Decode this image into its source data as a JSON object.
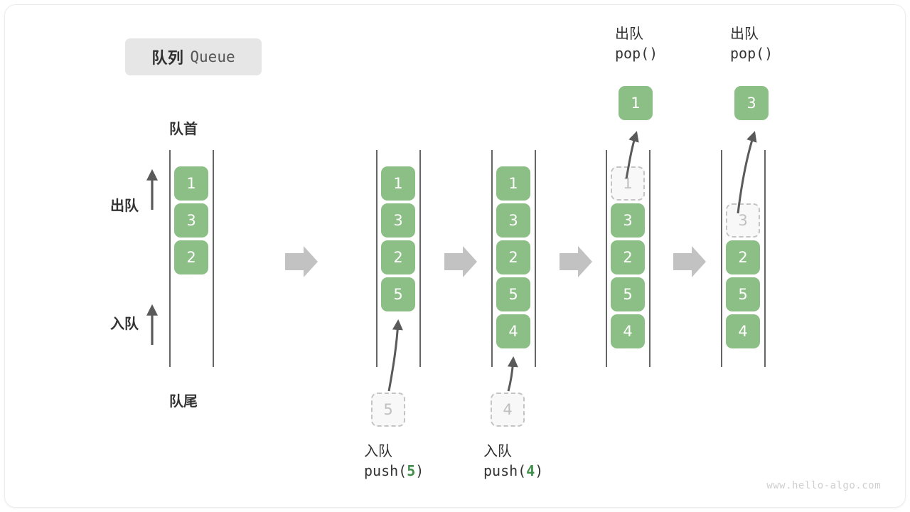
{
  "figure": {
    "title_cn": "队列",
    "title_en": "Queue",
    "watermark": "www.hello-algo.com",
    "colors": {
      "cell_fill": "#8cbf85",
      "cell_text": "#ffffff",
      "ghost_fill": "#f8f8f8",
      "ghost_border": "#c4c4c4",
      "ghost_text": "#bfbfbf",
      "rail": "#4a4a4a",
      "arrow_gray": "#5a5a5a",
      "block_arrow": "#c2c2c2",
      "badge_bg": "#e6e6e6",
      "code_number": "#3f8f4a",
      "text": "#333333"
    }
  },
  "labels": {
    "head": "队首",
    "tail": "队尾",
    "dequeue_arrow": "出队",
    "enqueue_arrow": "入队"
  },
  "steps": [
    {
      "id": "initial",
      "cells": [
        "1",
        "3",
        "2"
      ],
      "ghosts": [],
      "caption_cn": "",
      "caption_code": ""
    },
    {
      "id": "push-5",
      "cells": [
        "1",
        "3",
        "2",
        "5"
      ],
      "ghosts": [],
      "caption_cn": "入队",
      "caption_code": "push(5)",
      "caption_code_prefix": "push(",
      "caption_code_number": "5",
      "caption_code_suffix": ")",
      "floating_value": "5"
    },
    {
      "id": "push-4",
      "cells": [
        "1",
        "3",
        "2",
        "5",
        "4"
      ],
      "ghosts": [],
      "caption_cn": "入队",
      "caption_code": "push(4)",
      "caption_code_prefix": "push(",
      "caption_code_number": "4",
      "caption_code_suffix": ")",
      "floating_value": "4"
    },
    {
      "id": "pop-1",
      "cells": [
        "3",
        "2",
        "5",
        "4"
      ],
      "ghosts": [
        "1"
      ],
      "caption_cn": "出队",
      "caption_code": "pop()",
      "popped_value": "1"
    },
    {
      "id": "pop-3",
      "cells": [
        "2",
        "5",
        "4"
      ],
      "ghosts": [
        "3"
      ],
      "caption_cn": "出队",
      "caption_code": "pop()",
      "popped_value": "3"
    }
  ],
  "top_captions": [
    {
      "cn": "出队",
      "code": "pop()"
    },
    {
      "cn": "出队",
      "code": "pop()"
    }
  ],
  "bottom_captions": [
    {
      "cn": "入队",
      "prefix": "push(",
      "number": "5",
      "suffix": ")"
    },
    {
      "cn": "入队",
      "prefix": "push(",
      "number": "4",
      "suffix": ")"
    }
  ]
}
